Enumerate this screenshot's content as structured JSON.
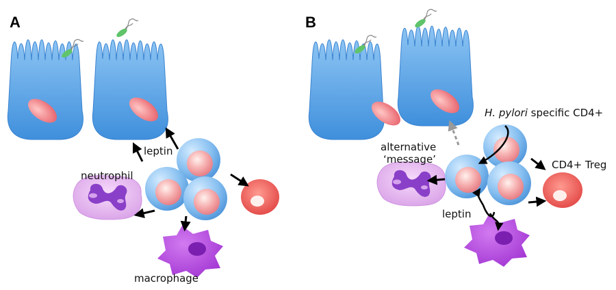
{
  "panels": [
    {
      "letter": "A",
      "labels": {
        "leptin": "leptin",
        "neutrophil": "neutrophil",
        "macrophage": "macrophage"
      }
    },
    {
      "letter": "B",
      "labels": {
        "hpylori_prefix": "H. pylori",
        "hpylori_suffix": " specific CD4+",
        "alt_line1": "alternative",
        "alt_line2": "‘message’",
        "cd4_treg": "CD4+ Treg",
        "leptin": "leptin"
      }
    }
  ],
  "colors": {
    "epithelium": "#5aa6e6",
    "nucleus": "#f07f86",
    "lymphocyte": "#8fc3f0",
    "lymph_nucleus": "#f6a3a6",
    "treg": "#ef5a5a",
    "neutrophil": "#e7b5ef",
    "neutrophil_nucleus": "#8a3fc8",
    "macrophage": "#b446e0",
    "bacterium": "#5fc46a",
    "arrow": "#000000",
    "dashed_arrow": "#9a9a9a"
  }
}
